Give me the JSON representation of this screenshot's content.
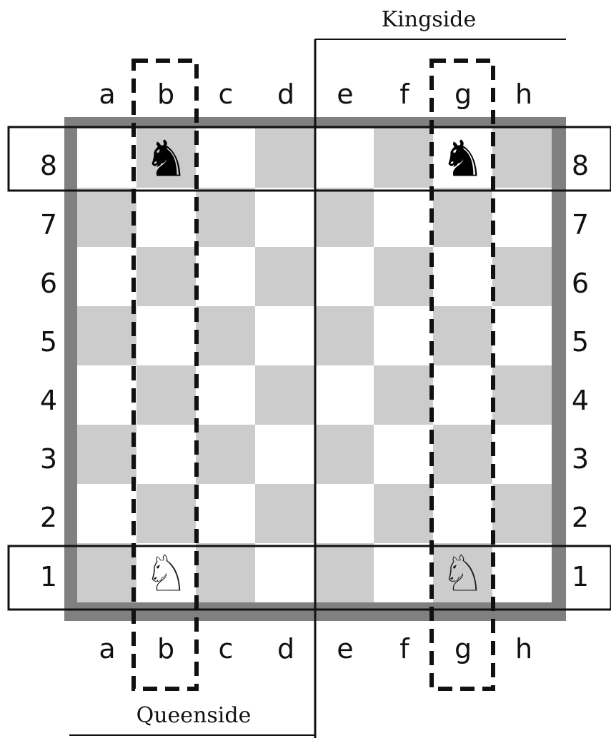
{
  "files": [
    "a",
    "b",
    "c",
    "d",
    "e",
    "f",
    "g",
    "h"
  ],
  "ranks": [
    "8",
    "7",
    "6",
    "5",
    "4",
    "3",
    "2",
    "1"
  ],
  "sides": {
    "kingside": "Kingside",
    "queenside": "Queenside"
  },
  "highlighted_files": [
    "b",
    "g"
  ],
  "highlighted_ranks": [
    "8",
    "1"
  ],
  "pieces": [
    {
      "square": "b8",
      "name": "black-knight",
      "glyph": "♞",
      "color": "#000000"
    },
    {
      "square": "g8",
      "name": "black-knight",
      "glyph": "♞",
      "color": "#000000"
    },
    {
      "square": "b1",
      "name": "white-knight",
      "glyph": "♘",
      "color": "#222222"
    },
    {
      "square": "g1",
      "name": "white-knight",
      "glyph": "♘",
      "color": "#222222"
    }
  ],
  "colors": {
    "light_square": "#ffffff",
    "dark_square": "#cccccc",
    "frame": "#808080",
    "lines": "#111111"
  }
}
